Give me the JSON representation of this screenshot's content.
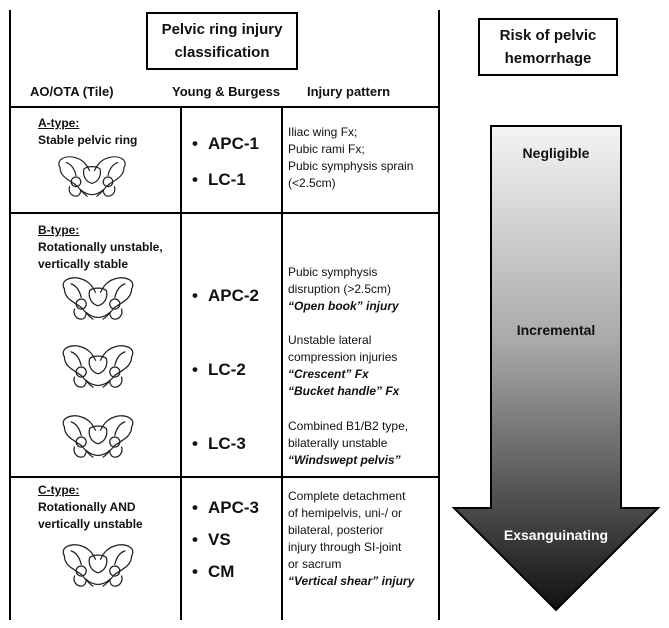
{
  "header": {
    "classification_title": [
      "Pelvic ring injury",
      "classification"
    ],
    "risk_title": [
      "Risk of pelvic",
      "hemorrhage"
    ]
  },
  "columns": {
    "ao": "AO/OTA (Tile)",
    "yb": "Young & Burgess",
    "pattern": "Injury pattern"
  },
  "rows": {
    "a": {
      "type": "A-type:",
      "desc": [
        "Stable pelvic ring"
      ],
      "codes": [
        "APC-1",
        "LC-1"
      ],
      "pattern": [
        "Iliac wing Fx;",
        "Pubic rami Fx;",
        "Pubic symphysis sprain",
        "(<2.5cm)"
      ]
    },
    "b": {
      "type": "B-type:",
      "desc": [
        "Rotationally unstable,",
        "vertically stable"
      ],
      "sub": [
        {
          "code": "APC-2",
          "pattern": [
            "Pubic symphysis",
            "disruption (>2.5cm)"
          ],
          "emph": [
            "“Open book” injury"
          ]
        },
        {
          "code": "LC-2",
          "pattern": [
            "Unstable lateral",
            "compression injuries"
          ],
          "emph": [
            "“Crescent” Fx",
            "“Bucket handle” Fx"
          ]
        },
        {
          "code": "LC-3",
          "pattern": [
            "Combined B1/B2 type,",
            "bilaterally unstable"
          ],
          "emph": [
            "“Windswept pelvis”"
          ]
        }
      ]
    },
    "c": {
      "type": "C-type:",
      "desc": [
        "Rotationally AND",
        "vertically unstable"
      ],
      "codes": [
        "APC-3",
        "VS",
        "CM"
      ],
      "pattern": [
        "Complete detachment",
        "of hemipelvis, uni-/ or",
        "bilateral, posterior",
        "injury through SI-joint",
        "or sacrum"
      ],
      "emph": [
        "“Vertical shear” injury"
      ]
    }
  },
  "risk": {
    "levels": [
      "Negligible",
      "Incremental",
      "Exsanguinating"
    ]
  },
  "colors": {
    "line": "#000000",
    "arrow_top": "#f4f4f4",
    "arrow_mid": "#9a9a9a",
    "arrow_bottom": "#1a1a1a"
  }
}
